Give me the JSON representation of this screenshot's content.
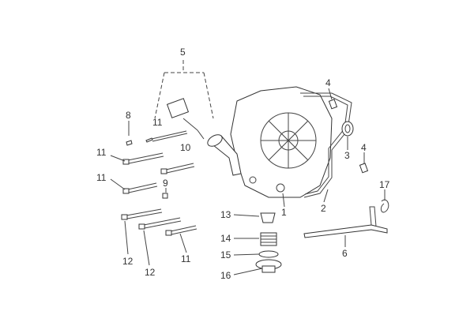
{
  "diagram": {
    "callouts": [
      {
        "id": "c5",
        "text": "5"
      },
      {
        "id": "c4a",
        "text": "4"
      },
      {
        "id": "c8",
        "text": "8"
      },
      {
        "id": "c11a",
        "text": "11"
      },
      {
        "id": "c10",
        "text": "10"
      },
      {
        "id": "c11b",
        "text": "11"
      },
      {
        "id": "c3",
        "text": "3"
      },
      {
        "id": "c4b",
        "text": "4"
      },
      {
        "id": "c11c",
        "text": "11"
      },
      {
        "id": "c9",
        "text": "9"
      },
      {
        "id": "c17",
        "text": "17"
      },
      {
        "id": "c2",
        "text": "2"
      },
      {
        "id": "c1",
        "text": "1"
      },
      {
        "id": "c13",
        "text": "13"
      },
      {
        "id": "c14",
        "text": "14"
      },
      {
        "id": "c15",
        "text": "15"
      },
      {
        "id": "c16",
        "text": "16"
      },
      {
        "id": "c6",
        "text": "6"
      },
      {
        "id": "c12a",
        "text": "12"
      },
      {
        "id": "c12b",
        "text": "12"
      },
      {
        "id": "c11d",
        "text": "11"
      }
    ]
  }
}
